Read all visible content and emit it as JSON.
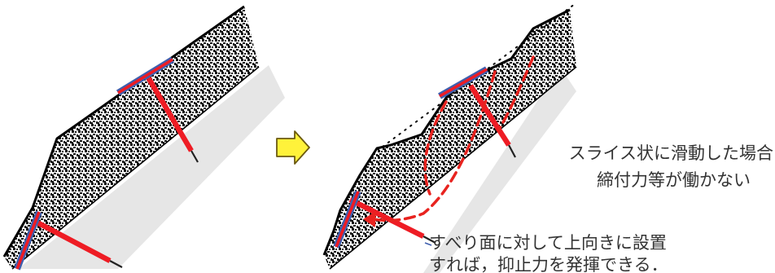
{
  "colors": {
    "background": "#ffffff",
    "shadow": "#e6e6e6",
    "outline": "#000000",
    "anchor_red": "#ee1c24",
    "plate_blue": "#3f5fae",
    "slip_red": "#e8231f",
    "arrow_fill": "#fff23a",
    "arrow_stroke": "#6b5a10",
    "text": "#333333"
  },
  "icons": {
    "transition_arrow": "right-arrow-icon"
  },
  "labels": {
    "slice_line1": "スライス状に滑動した場合",
    "slice_line2": "締付力等が働かない",
    "upward_line1": "すべり面に対して上向きに設置",
    "upward_line2": "すれば，抑止力を発揮できる．"
  }
}
